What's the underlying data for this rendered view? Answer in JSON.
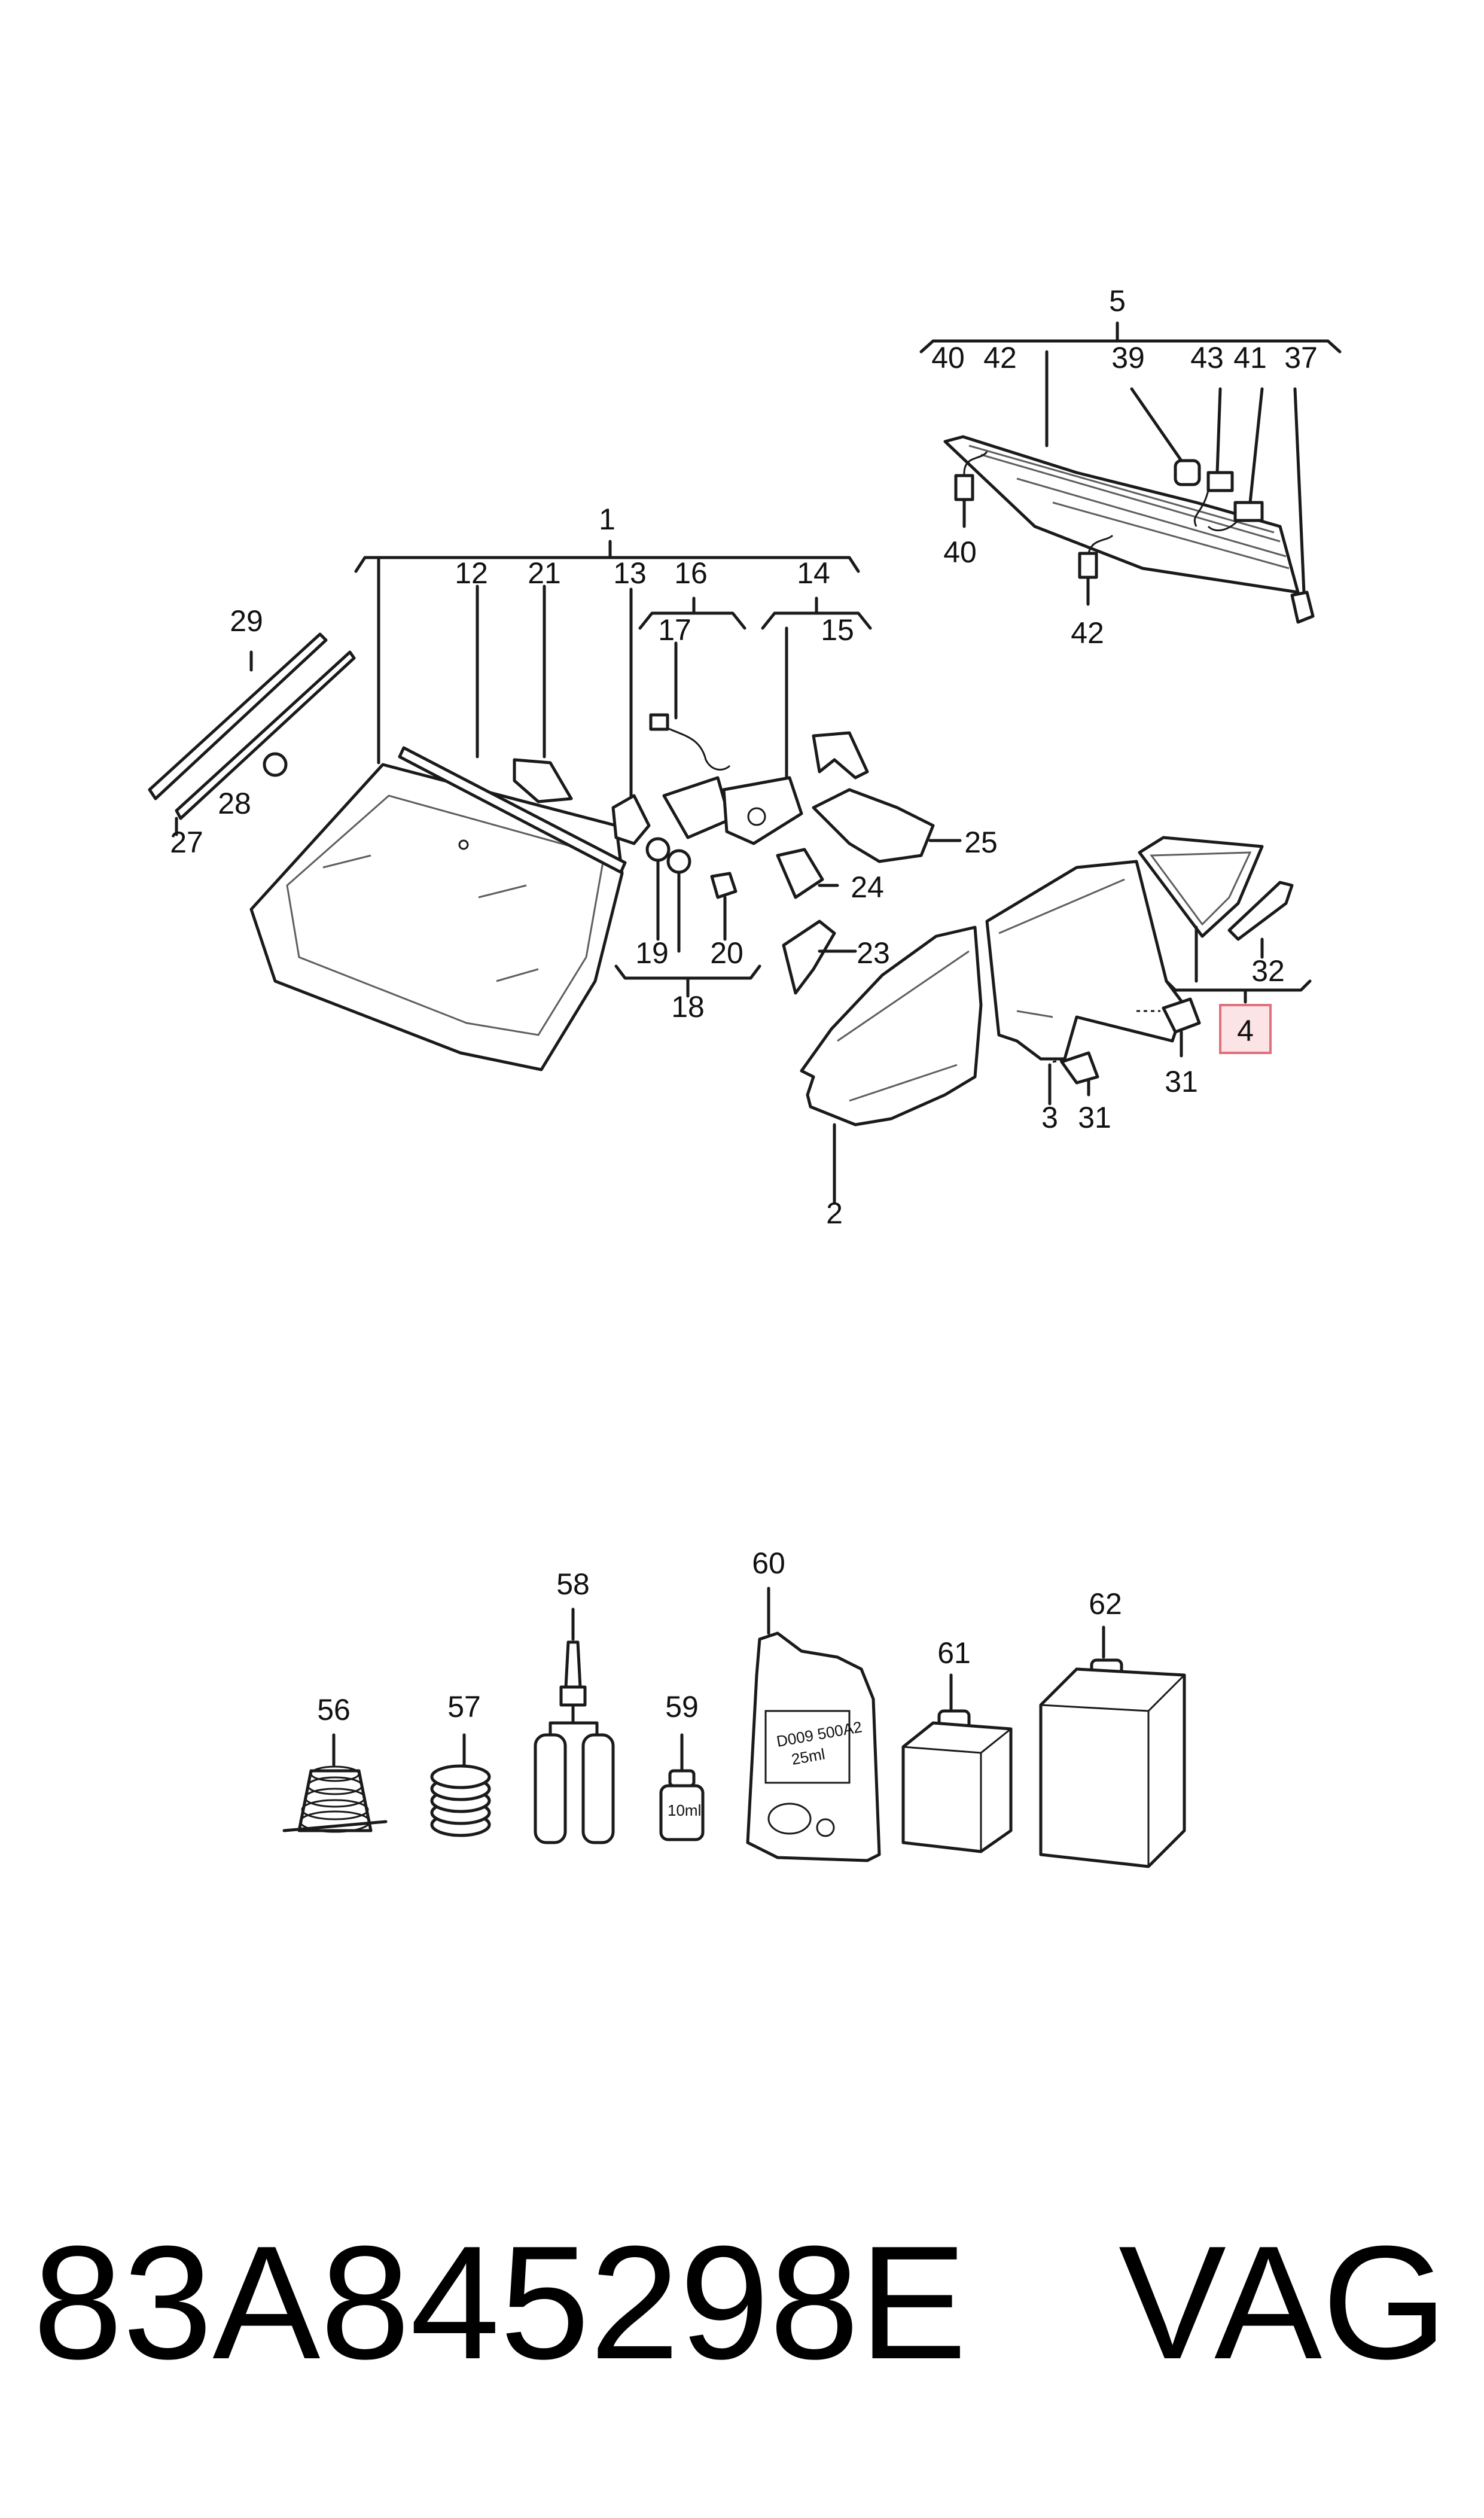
{
  "callouts": {
    "c1": "1",
    "c2": "2",
    "c3": "3",
    "c4": "4",
    "c5": "5",
    "c12": "12",
    "c13": "13",
    "c14": "14",
    "c15": "15",
    "c16": "16",
    "c17": "17",
    "c18": "18",
    "c19": "19",
    "c20": "20",
    "c21": "21",
    "c23": "23",
    "c24": "24",
    "c25": "25",
    "c27": "27",
    "c28": "28",
    "c29": "29",
    "c31a": "31",
    "c31b": "31",
    "c32": "32",
    "c37": "37",
    "c39": "39",
    "c40a": "40",
    "c40b": "40",
    "c41": "41",
    "c42a": "42",
    "c42b": "42",
    "c43": "43",
    "c56": "56",
    "c57": "57",
    "c58": "58",
    "c59": "59",
    "c60": "60",
    "c61": "61",
    "c62": "62"
  },
  "highlighted_callout": "4",
  "highlight_color": "#fbe3e6",
  "package_label": [
    "D009 500A2",
    "25ml"
  ],
  "bottle_label": "10ml",
  "part_number": "83A845298E",
  "brand": "VAG"
}
